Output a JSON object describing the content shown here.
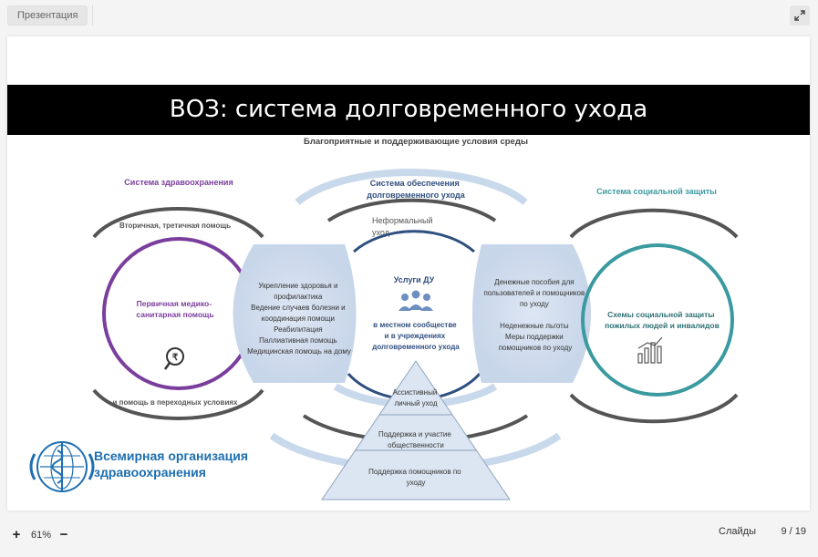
{
  "toolbar": {
    "presentation_label": "Презентация",
    "expand_icon": "expand-icon"
  },
  "slide": {
    "title": "ВОЗ: система долговременного ухода",
    "top_caption": "Благоприятные и поддерживающие условия среды",
    "health_system": {
      "title": "Система здравоохранения",
      "top_arc": "Вторичная, третичная помощь",
      "center": [
        "Первичная медико-",
        "санитарная помощь"
      ],
      "bottom_arc": "и помощь в переходных условиях"
    },
    "ltc_system": {
      "title": [
        "Система обеспечения",
        "долговременного ухода"
      ],
      "informal": [
        "Неформальный",
        "уход"
      ],
      "services_title": "Услуги ДУ",
      "services_text": [
        "в местном сообществе",
        "и в учреждениях",
        "долговременного ухода"
      ]
    },
    "left_overlap": [
      "Укрепление здоровья и",
      "профилактика",
      "Ведение случаев болезни и",
      "координация помощи",
      "Реабилитация",
      "Паллиативная помощь",
      "Медицинская помощь на дому"
    ],
    "right_overlap": [
      "Денежные пособия для",
      "пользователей и помощников",
      "по уходу",
      "",
      "Неденежные льготы",
      "Меры поддержки",
      "помощников по уходу"
    ],
    "social_system": {
      "title": "Система социальной защиты",
      "center": [
        "Схемы социальной защиты",
        "пожилых людей и инвалидов"
      ]
    },
    "pyramid": {
      "level1": [
        "Ассистивный",
        "личный уход"
      ],
      "level2": [
        "Поддержка и участие",
        "общественности"
      ],
      "level3": [
        "Поддержка помощников по",
        "уходу"
      ]
    },
    "who_logo": {
      "line1": "Всемирная организация",
      "line2": "здравоохранения"
    },
    "colors": {
      "health": "#7a3e9d",
      "ltc": "#2f4f7f",
      "social": "#3a9aa0",
      "arc_light": "#c9d9ec",
      "arc_dark": "#555555",
      "who_blue": "#1e6fb0"
    }
  },
  "statusbar": {
    "zoom_in": "+",
    "zoom_level": "61%",
    "zoom_out": "−",
    "slides_label": "Слайды",
    "slides_counter": "9 / 19"
  }
}
